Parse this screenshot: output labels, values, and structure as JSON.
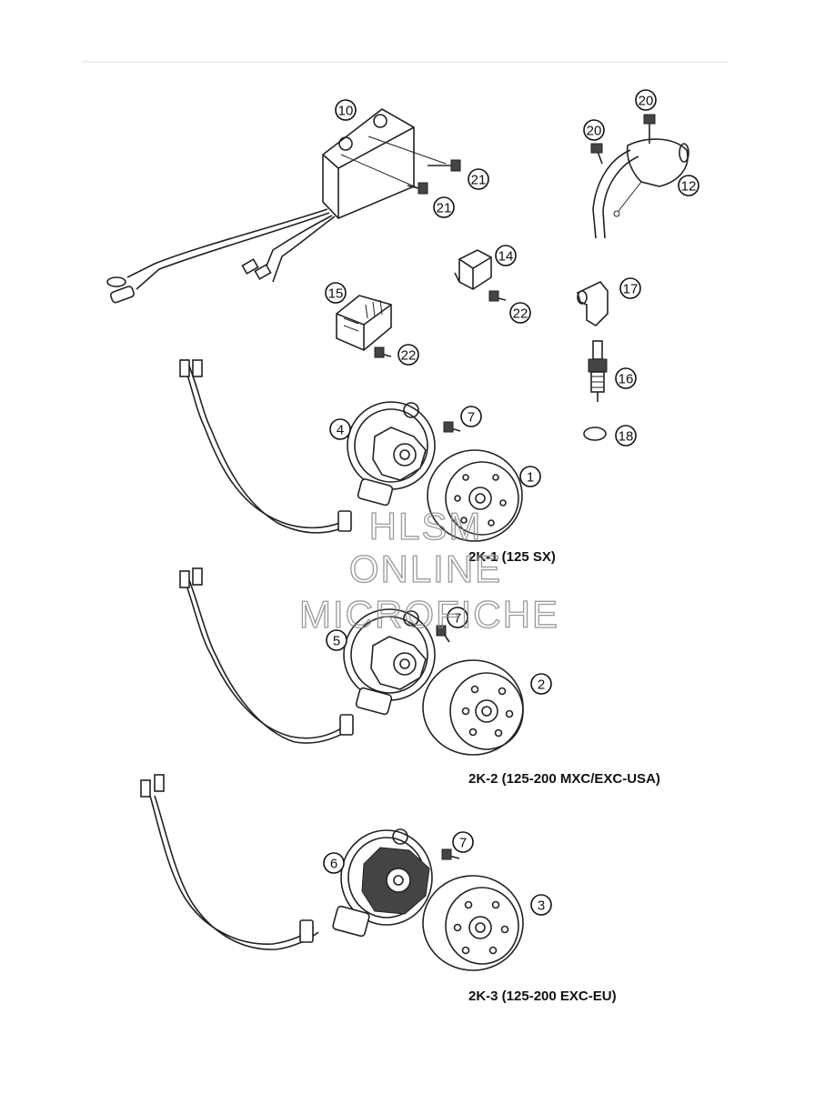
{
  "callouts": [
    "10",
    "21",
    "21",
    "20",
    "20",
    "12",
    "14",
    "22",
    "15",
    "22",
    "17",
    "16",
    "18",
    "7",
    "4",
    "1",
    "7",
    "5",
    "2",
    "7",
    "6",
    "3"
  ],
  "captions": {
    "group1": "2K-1  (125 SX)",
    "group2": "2K-2  (125-200 MXC/EXC-USA)",
    "group3": "2K-3  (125-200 EXC-EU)"
  },
  "watermark": {
    "line1": "HLSM",
    "line2": "ONLINE",
    "line3": "MICROFICHE"
  },
  "colors": {
    "ink": "#222222",
    "watermark": "#888888",
    "background": "#ffffff"
  }
}
